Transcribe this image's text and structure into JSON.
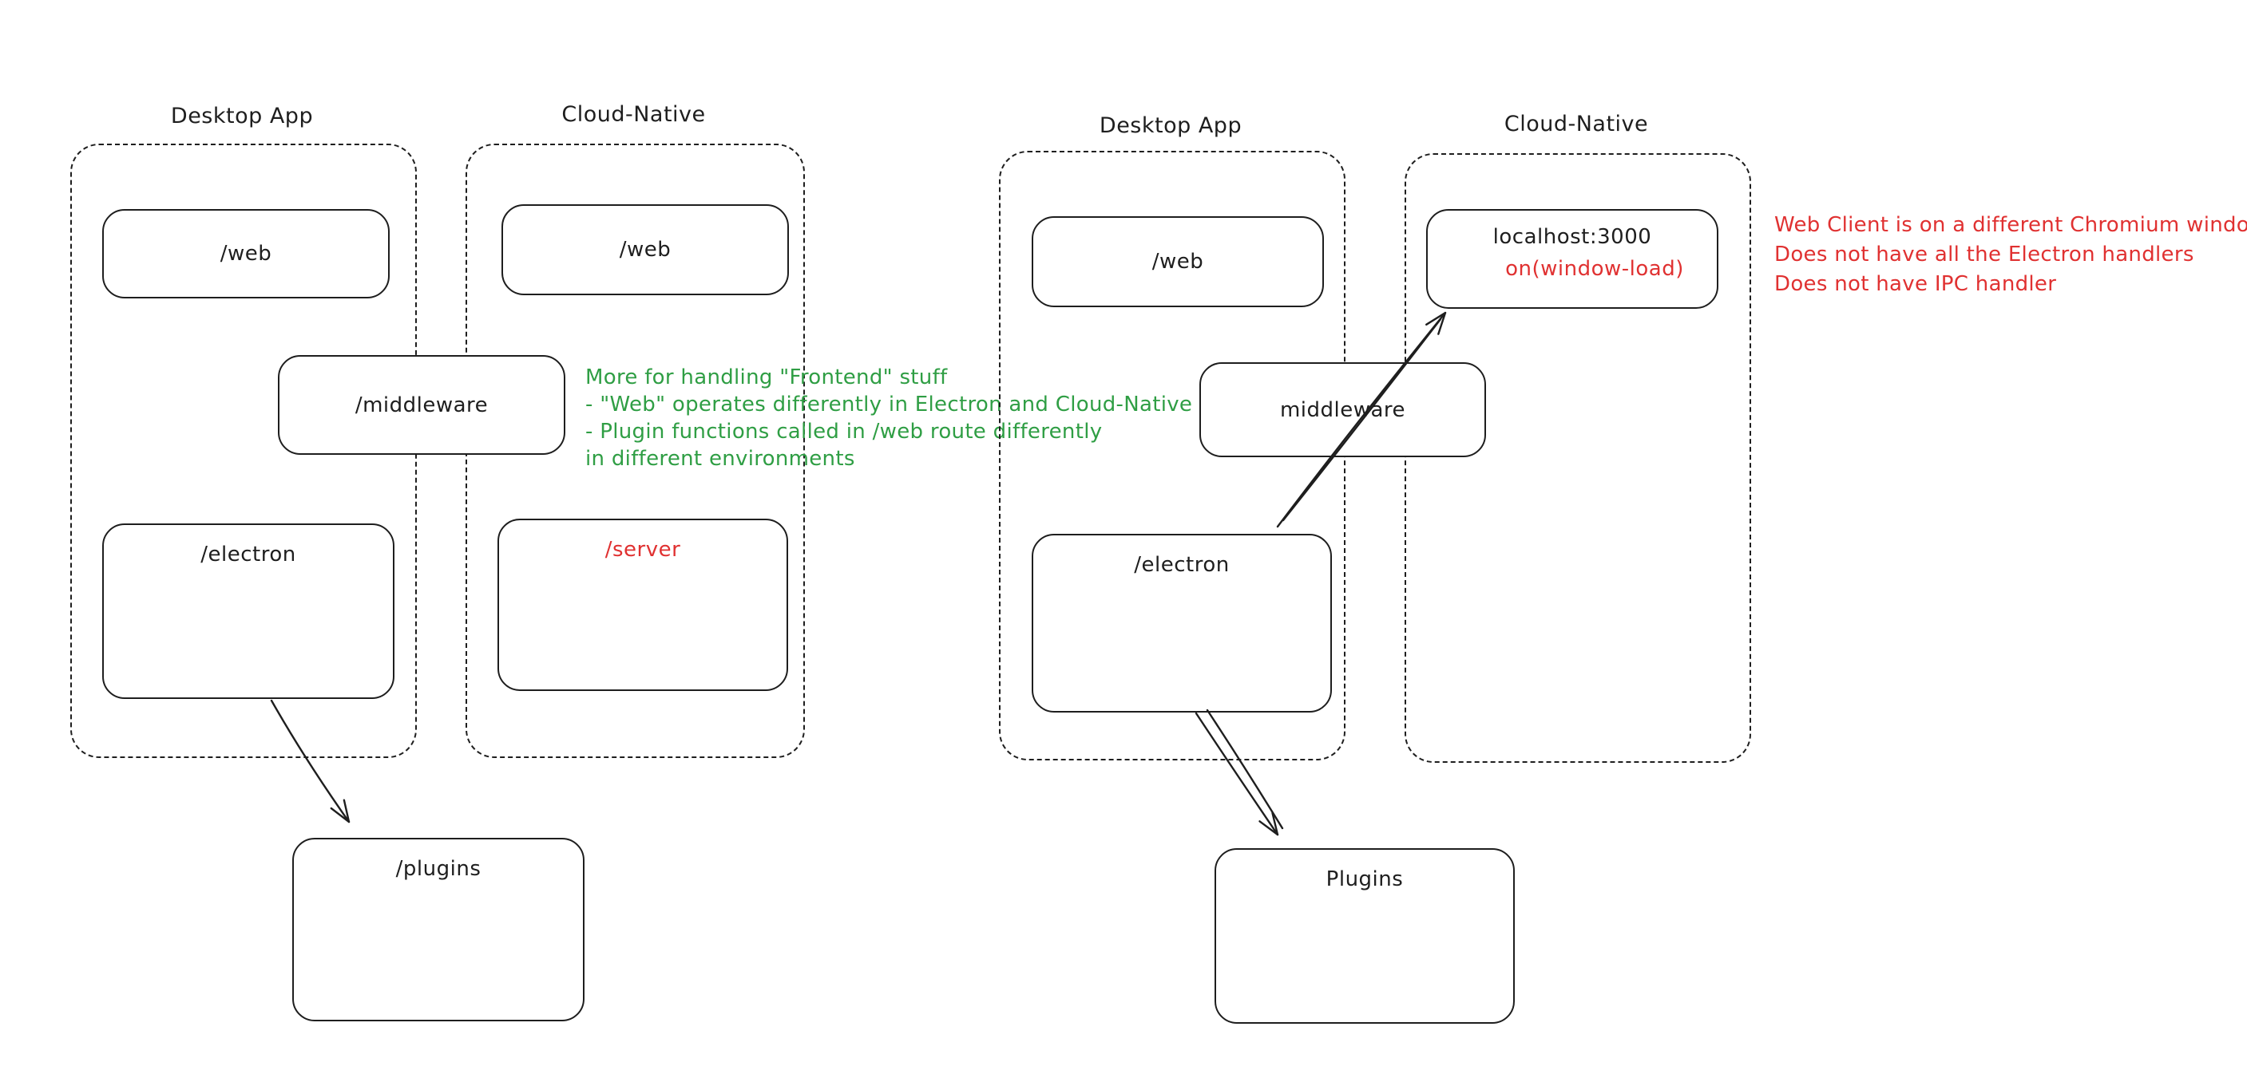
{
  "colors": {
    "stroke": "#1e1e1e",
    "red": "#e03131",
    "green": "#2f9e44",
    "background": "#ffffff"
  },
  "left_diagram": {
    "desktop_app": {
      "title": "Desktop App",
      "web": "/web",
      "electron": "/electron"
    },
    "cloud_native": {
      "title": "Cloud-Native",
      "web": "/web",
      "server": "/server"
    },
    "middleware": "/middleware",
    "plugins": "/plugins",
    "green_note": {
      "lines": [
        "More for handling \"Frontend\" stuff",
        "- \"Web\" operates differently in Electron and Cloud-Native",
        "- Plugin functions called in /web route differently",
        "in different environments"
      ]
    }
  },
  "right_diagram": {
    "desktop_app": {
      "title": "Desktop App",
      "web": "/web",
      "electron": "/electron"
    },
    "cloud_native": {
      "title": "Cloud-Native",
      "localhost": "localhost:3000",
      "window_load": "on(window-load)"
    },
    "middleware": "middleware",
    "plugins": "Plugins",
    "red_note": {
      "lines": [
        "Web Client is on a different Chromium window",
        "Does not have all the Electron handlers",
        "Does not have IPC handler"
      ]
    }
  }
}
